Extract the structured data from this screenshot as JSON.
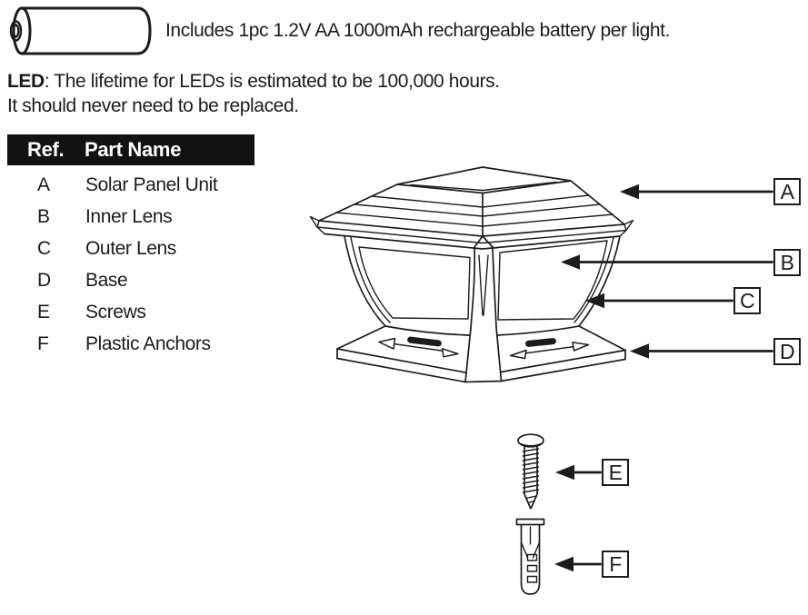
{
  "note_battery": {
    "text": "Includes 1pc 1.2V AA 1000mAh rechargeable battery per light."
  },
  "note_led": {
    "label": "LED",
    "line1": ": The lifetime for LEDs is estimated to be 100,000 hours.",
    "line2": "It should never need to be replaced."
  },
  "parts_table": {
    "header": {
      "ref": "Ref.",
      "name": "Part Name"
    },
    "rows": [
      {
        "ref": "A",
        "name": "Solar Panel Unit"
      },
      {
        "ref": "B",
        "name": "Inner Lens"
      },
      {
        "ref": "C",
        "name": "Outer Lens"
      },
      {
        "ref": "D",
        "name": "Base"
      },
      {
        "ref": "E",
        "name": "Screws"
      },
      {
        "ref": "F",
        "name": "Plastic Anchors"
      }
    ]
  },
  "figure": {
    "labels": {
      "a": "A",
      "b": "B",
      "c": "C",
      "d": "D",
      "e": "E",
      "f": "F"
    }
  },
  "colors": {
    "ink": "#1c1c1e",
    "table_header_bg": "#121212",
    "table_header_text": "#ffffff"
  }
}
